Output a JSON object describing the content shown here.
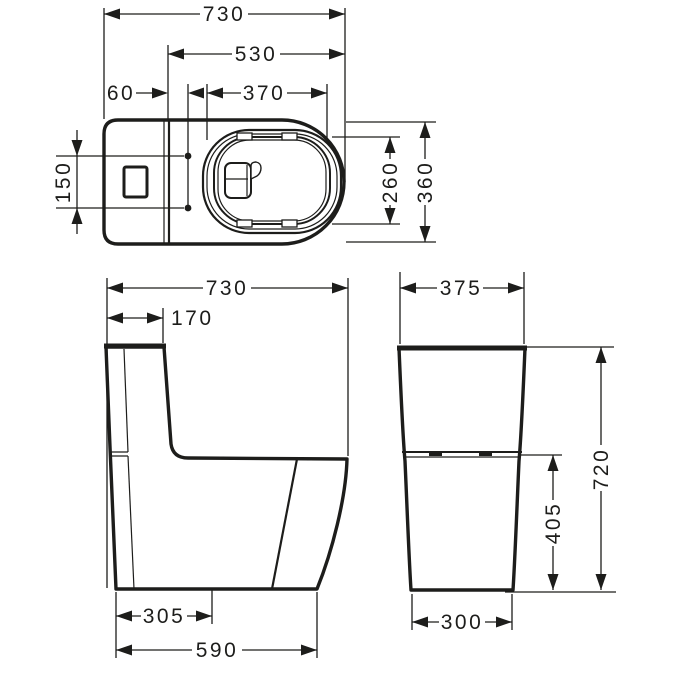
{
  "drawing": {
    "type": "technical-dimension-drawing",
    "subject": "one-piece floorstanding WC, three orthographic views",
    "colors": {
      "line": "#1d1d1b",
      "background": "#ffffff"
    }
  },
  "dimensions": {
    "top_view": {
      "overall_length": "730",
      "seat_length": "530",
      "fixing_offset": "60",
      "bowl_opening_length": "370",
      "fixing_hole_spacing": "150",
      "bowl_opening_width": "260",
      "bowl_width": "360"
    },
    "side_view": {
      "overall_depth": "730",
      "cistern_top_depth": "170",
      "outlet_offset": "305",
      "base_depth": "590"
    },
    "front_view": {
      "overall_width": "375",
      "rim_height": "405",
      "overall_height": "720",
      "base_width": "300"
    }
  }
}
